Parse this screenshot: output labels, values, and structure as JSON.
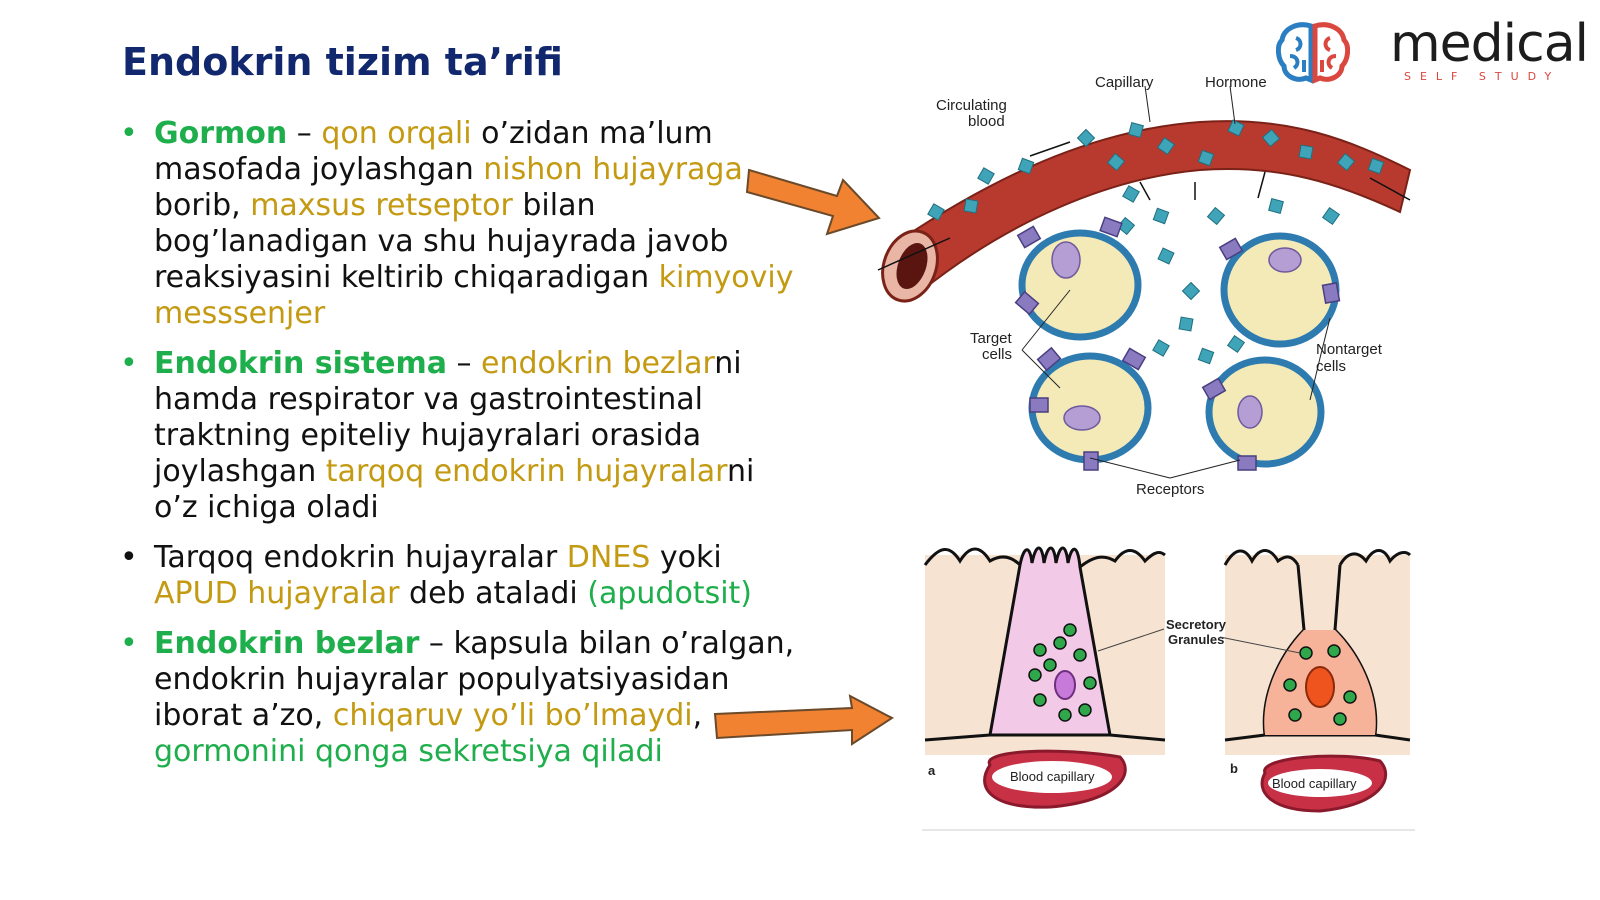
{
  "slide": {
    "title": "Endokrin tizim ta’rifi"
  },
  "logo": {
    "name": "medical",
    "tagline": "SELF STUDY"
  },
  "bullets": [
    {
      "dot_color": "#1fae4c",
      "parts": [
        {
          "text": "Gormon",
          "style": "b"
        },
        {
          "text": " – ",
          "style": "n"
        },
        {
          "text": "qon orqali",
          "style": "y"
        },
        {
          "text": " o’zidan ma’lum masofada joylashgan ",
          "style": "n"
        },
        {
          "text": "nishon hujayraga",
          "style": "y"
        },
        {
          "text": " borib, ",
          "style": "n"
        },
        {
          "text": "maxsus retseptor",
          "style": "y"
        },
        {
          "text": " bilan bog’lanadigan va shu hujayrada javob reaksiyasini keltirib chiqaradigan ",
          "style": "n"
        },
        {
          "text": "kimyoviy messsenjer",
          "style": "y"
        }
      ]
    },
    {
      "dot_color": "#1fae4c",
      "parts": [
        {
          "text": "Endokrin sistema",
          "style": "b"
        },
        {
          "text": " – ",
          "style": "n"
        },
        {
          "text": "endokrin bezlar",
          "style": "y"
        },
        {
          "text": "ni hamda respirator va gastrointestinal traktning epiteliy hujayralari orasida joylashgan ",
          "style": "n"
        },
        {
          "text": "tarqoq endokrin hujayralar",
          "style": "y"
        },
        {
          "text": "ni o’z ichiga oladi",
          "style": "n"
        }
      ]
    },
    {
      "dot_color": "#111111",
      "parts": [
        {
          "text": "Tarqoq endokrin hujayralar ",
          "style": "n"
        },
        {
          "text": "DNES",
          "style": "y"
        },
        {
          "text": " yoki ",
          "style": "n"
        },
        {
          "text": "APUD hujayralar",
          "style": "y"
        },
        {
          "text": " deb ataladi ",
          "style": "n"
        },
        {
          "text": "(apudotsit)",
          "style": "g"
        }
      ]
    },
    {
      "dot_color": "#1fae4c",
      "parts": [
        {
          "text": "Endokrin bezlar",
          "style": "b"
        },
        {
          "text": " – kapsula bilan o’ralgan, endokrin hujayralar populyatsiyasidan iborat a’zo, ",
          "style": "n"
        },
        {
          "text": "chiqaruv yo’li bo’lmaydi",
          "style": "y"
        },
        {
          "text": ", ",
          "style": "n"
        },
        {
          "text": "gormonini qonga sekretsiya qiladi",
          "style": "g"
        }
      ]
    }
  ],
  "diagram_top": {
    "labels": {
      "circulating_blood_1": "Circulating",
      "circulating_blood_2": "blood",
      "capillary": "Capillary",
      "hormone": "Hormone",
      "target_cells_1": "Target",
      "target_cells_2": "cells",
      "nontarget_cells_1": "Nontarget",
      "nontarget_cells_2": "cells",
      "receptors": "Receptors"
    }
  },
  "diagram_bottom": {
    "labels": {
      "secretory_1": "Secretory",
      "secretory_2": "Granules",
      "blood_capillary_a": "Blood capillary",
      "blood_capillary_b": "Blood capillary",
      "panel_a": "a",
      "panel_b": "b"
    }
  },
  "colors": {
    "title": "#12286e",
    "bold_green": "#1fae4c",
    "highlight_yellow": "#c49a12",
    "arrow_orange": "#f08232",
    "vessel_red": "#b83a2e"
  }
}
